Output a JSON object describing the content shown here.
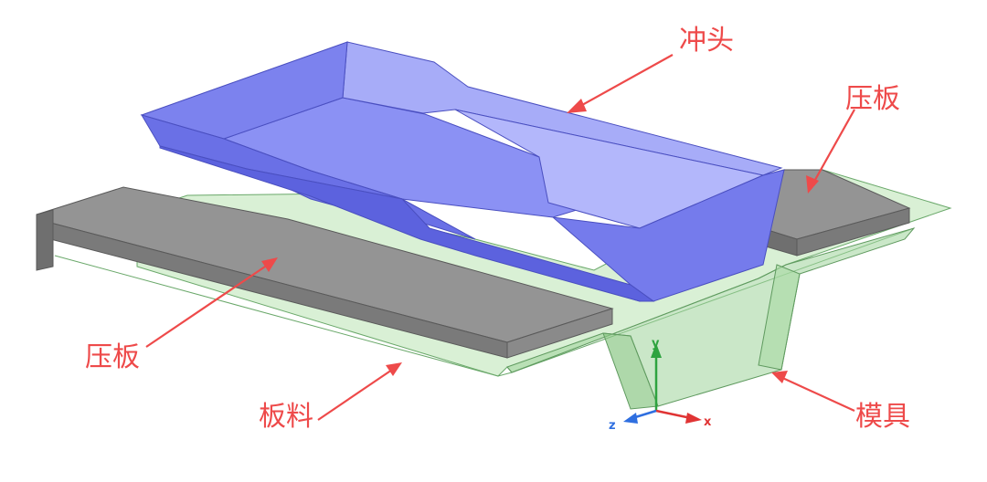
{
  "labels": {
    "punch": "冲头",
    "blankholder_right": "压板",
    "blankholder_left": "压板",
    "sheet": "板料",
    "die": "模具"
  },
  "axes": {
    "x": "x",
    "y": "y",
    "z": "z"
  },
  "colors": {
    "annotation": "#ee4a4a",
    "punch_fill": "#7f86f2",
    "punch_light": "#b7bbfa",
    "sheet_fill": "#b9e3b3",
    "sheet_edge": "#5f9a5f",
    "holder_fill": "#8f8f8f",
    "holder_dark": "#6b6b6b",
    "axis_x": "#e03434",
    "axis_y": "#2ea33f",
    "axis_z": "#2f6fe0"
  }
}
